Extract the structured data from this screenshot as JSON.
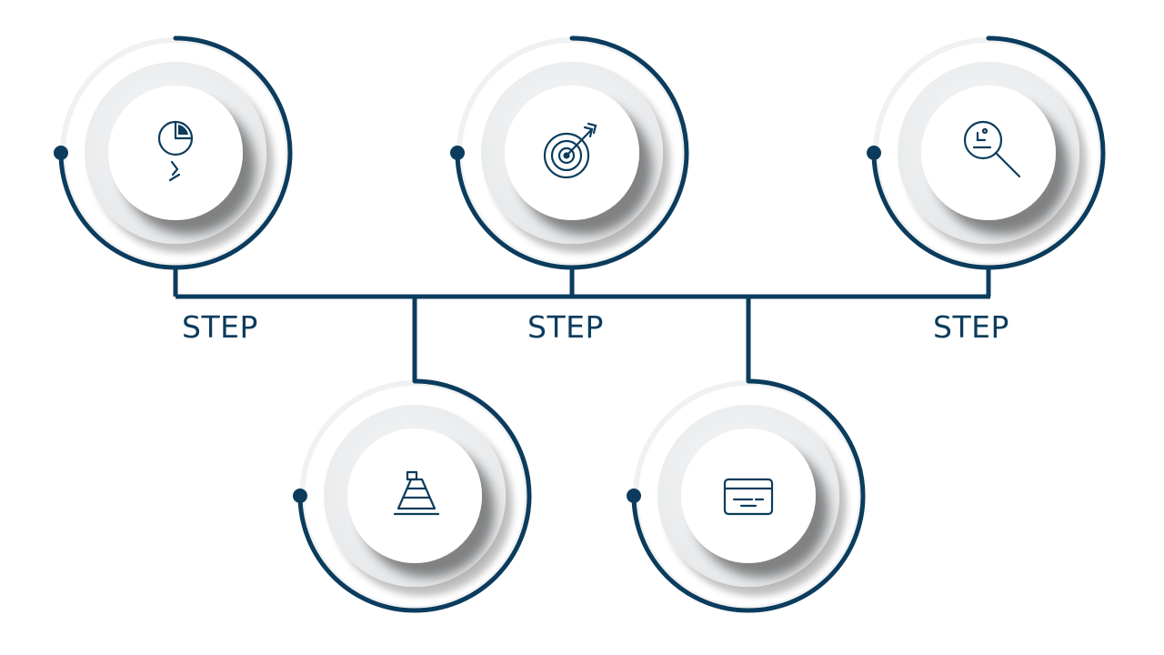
{
  "diagram": {
    "accent_color": "#0b3c5d",
    "steps": [
      {
        "label": "STEP",
        "icon": "pie-chart-icon"
      },
      {
        "label": "STEP",
        "icon": "target-icon"
      },
      {
        "label": "STEP",
        "icon": "magnifier-icon"
      },
      {
        "label": "",
        "icon": "pyramid-icon"
      },
      {
        "label": "",
        "icon": "id-card-icon"
      }
    ]
  }
}
